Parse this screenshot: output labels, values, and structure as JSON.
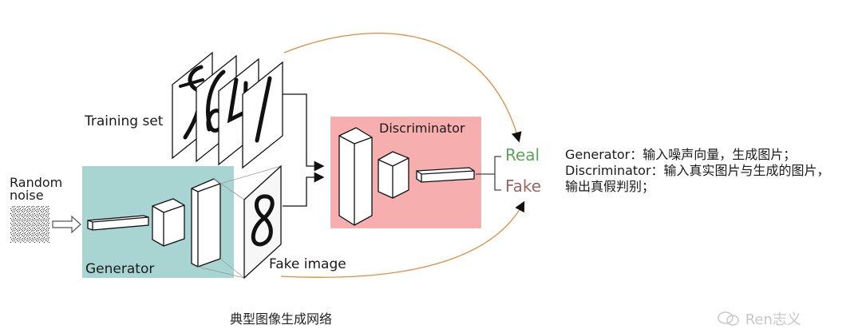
{
  "labels": {
    "training_set": "Training set",
    "random_noise_line1": "Random",
    "random_noise_line2": "noise",
    "generator": "Generator",
    "fake_image": "Fake image",
    "discriminator": "Discriminator",
    "real": "Real",
    "fake": "Fake"
  },
  "description": {
    "generator_line": "Generator：输入噪声向量，生成图片；",
    "discriminator_line": "Discriminator：输入真实图片与生成的图片，",
    "discriminator_line2": "输出真假判别；"
  },
  "caption": "典型图像生成网络",
  "watermark": "Ren志义",
  "colors": {
    "generator_box": "#a8d5d2",
    "discriminator_box": "#f6aeae",
    "real_text": "#5aa55a",
    "fake_text": "#a06464",
    "curve": "#e08a3a"
  },
  "icons": {
    "watermark": "wechat-logo-icon"
  }
}
